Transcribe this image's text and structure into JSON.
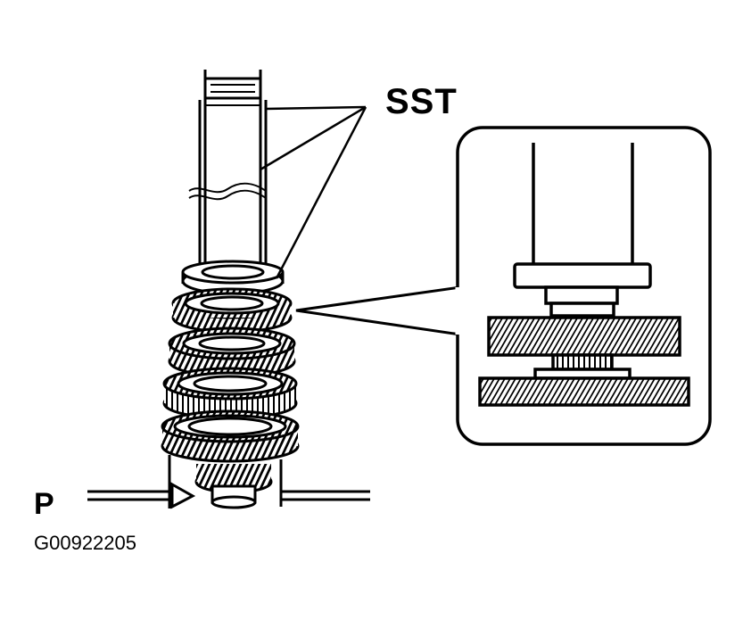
{
  "labels": {
    "tool": "SST",
    "press": "P",
    "figure_code": "G00922205"
  },
  "colors": {
    "line": "#000000",
    "background": "#ffffff"
  }
}
